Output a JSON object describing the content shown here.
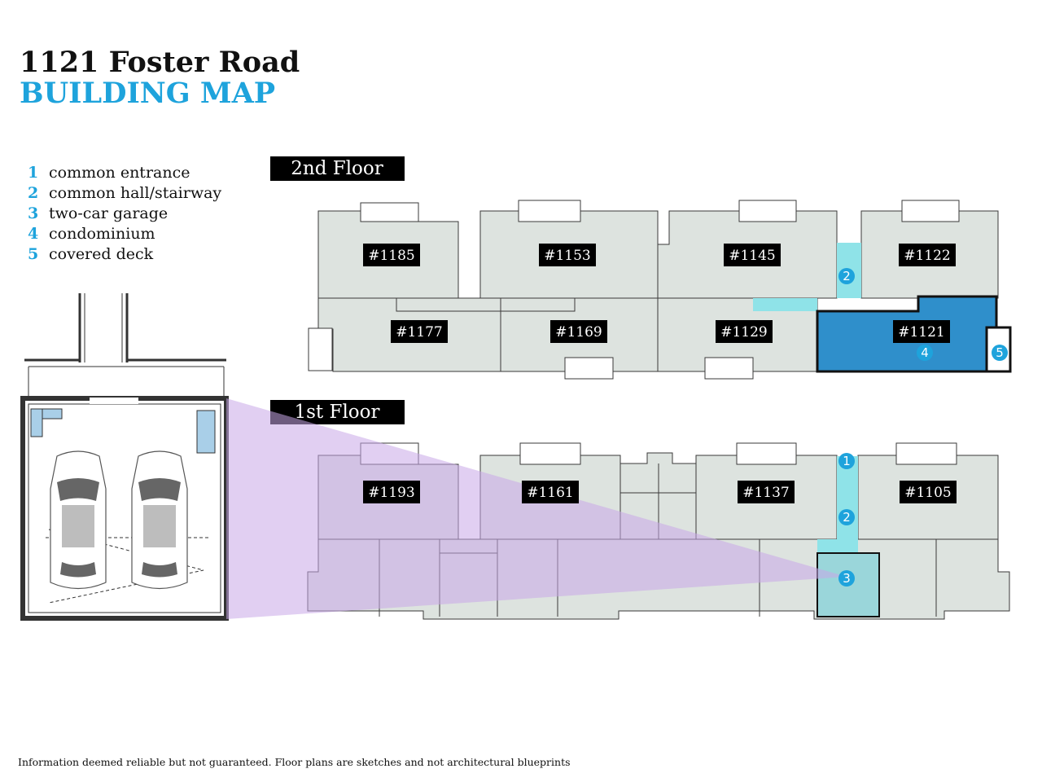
{
  "header": {
    "address": "1121 Foster Road",
    "subtitle": "BUILDING MAP"
  },
  "legend": {
    "items": [
      {
        "num": "1",
        "label": "common entrance"
      },
      {
        "num": "2",
        "label": "common hall/stairway"
      },
      {
        "num": "3",
        "label": "two-car garage"
      },
      {
        "num": "4",
        "label": "condominium"
      },
      {
        "num": "5",
        "label": "covered deck"
      }
    ]
  },
  "floors": {
    "second": {
      "label": "2nd Floor",
      "units": [
        "#1185",
        "#1153",
        "#1145",
        "#1122",
        "#1177",
        "#1169",
        "#1129",
        "#1121"
      ],
      "markers": [
        "2",
        "4",
        "5"
      ]
    },
    "first": {
      "label": "1st Floor",
      "units": [
        "#1193",
        "#1161",
        "#1137",
        "#1105"
      ],
      "markers": [
        "1",
        "2",
        "3"
      ]
    }
  },
  "colors": {
    "accent": "#1ea3dc",
    "unit_fill": "#dde3df",
    "highlight_unit": "#2f8fcb",
    "hall": "#8fe3e8",
    "garage": "#9ad6da",
    "callout": "#c9a8e8",
    "label_bg": "#000000"
  },
  "footer": {
    "disclaimer": "Information deemed reliable but not guaranteed. Floor plans are sketches and not architectural blueprints"
  }
}
